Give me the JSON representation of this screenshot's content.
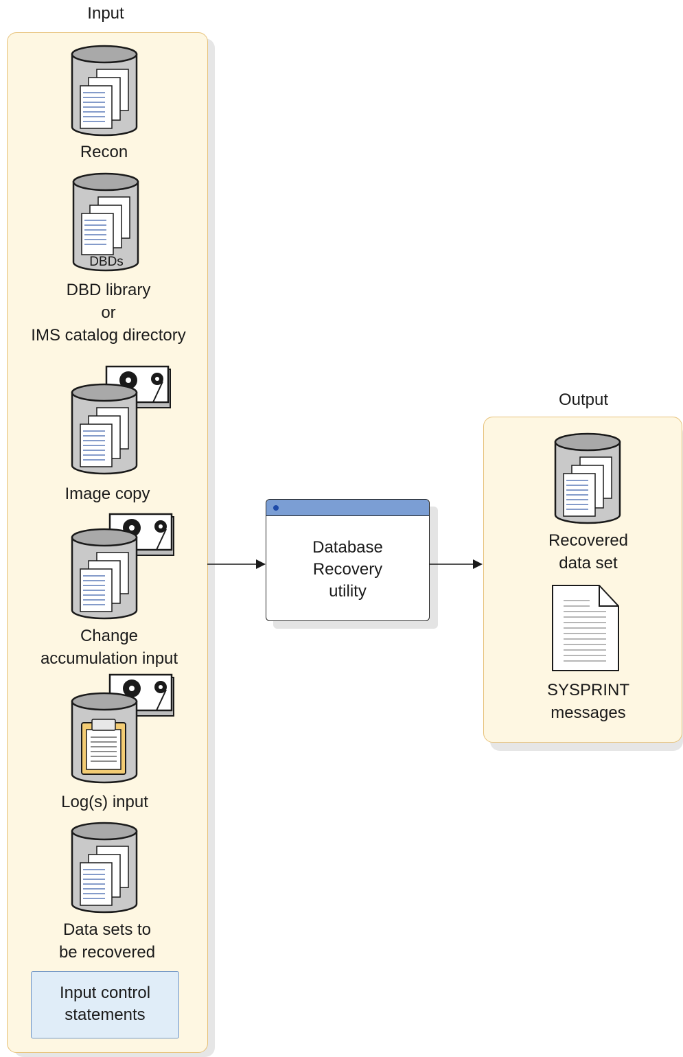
{
  "input": {
    "title": "Input",
    "items": {
      "recon": "Recon",
      "dbd_tag": "DBDs",
      "dbd": "DBD library\nor\nIMS catalog directory",
      "image_copy": "Image copy",
      "change_acc": "Change\naccumulation input",
      "logs": "Log(s) input",
      "datasets": "Data sets to\nbe recovered"
    },
    "control": "Input control\nstatements"
  },
  "process": {
    "label": "Database\nRecovery\nutility"
  },
  "output": {
    "title": "Output",
    "items": {
      "recovered": "Recovered\ndata set",
      "sysprint": "SYSPRINT\nmessages"
    }
  },
  "colors": {
    "panel_fill": "#fef7e2",
    "panel_border": "#e7c27a",
    "title_bar": "#7b9ed4",
    "control_fill": "#e0edf8",
    "clipboard": "#f3cc74"
  }
}
